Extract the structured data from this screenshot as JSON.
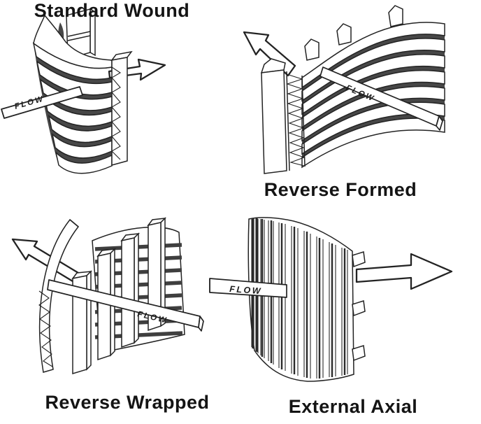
{
  "figure": {
    "background_color": "#ffffff",
    "line_color": "#232323",
    "slot_color": "#474747",
    "panels": [
      {
        "id": "standard-wound",
        "caption": "Standard Wound",
        "flow_label": "FLOW",
        "flow_description": "flow enters from lower-left, exits arrow to upper-right"
      },
      {
        "id": "reverse-formed",
        "caption": "Reverse Formed",
        "flow_label": "FLOW",
        "flow_description": "flow enters from lower-right, exits arrow to upper-left"
      },
      {
        "id": "reverse-wrapped",
        "caption": "Reverse Wrapped",
        "flow_label": "FLOW",
        "flow_description": "flow enters from lower-right, exits arrow to upper-left"
      },
      {
        "id": "external-axial",
        "caption": "External Axial",
        "flow_label": "FLOW",
        "flow_description": "flow enters from left, exits arrow to right"
      }
    ]
  }
}
